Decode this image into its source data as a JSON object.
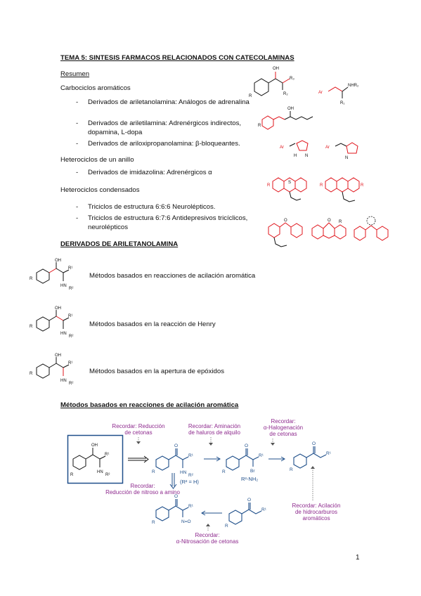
{
  "title": "TEMA 5: SINTESIS FARMACOS RELACIONADOS CON CATECOLAMINAS",
  "summary": {
    "heading": "Resumen",
    "groups": [
      {
        "label": "Carbociclos aromáticos",
        "items": [
          "Derivados de ariletanolamina: Análogos de adrenalina",
          "Derivados de ariletilamina: Adrenérgicos indirectos, dopamina, L-dopa",
          "Derivados de ariloxipropanolamina: β-bloqueantes."
        ]
      },
      {
        "label": "Heterociclos de un anillo",
        "items": [
          "Derivados de imidazolina: Adrenérgicos α"
        ]
      },
      {
        "label": "Heterociclos condensados",
        "items": [
          "Triciclos de estructura 6:6:6 Neurolépticos.",
          "Triciclos de estructura 6:7:6 Antidepresivos tricíclicos, neurolépticos"
        ]
      }
    ]
  },
  "section": {
    "heading": "DERIVADOS DE ARILETANOLAMINA",
    "methods": [
      "Métodos basados en reacciones de acilación aromática",
      "Métodos basados en la reacción de Henry",
      "Métodos basados en la apertura de epóxidos"
    ]
  },
  "scheme": {
    "heading": "Métodos basados en reacciones de acilación aromática",
    "notes": {
      "reduccion": "Recordar: Reducción\nde cetonas",
      "aminacion": "Recordar: Aminación\nde haluros de alquilo",
      "halogenacion": "Recordar:\nα-Halogenación\nde cetonas",
      "nitroso": "Recordar:\nReducción de nitroso a amino",
      "acilacion": "Recordar: Acilación\nde hidrocarburos\naromáticos",
      "nitrosacion": "Recordar:\nα-Nitrosación de cetonas"
    },
    "conditions": {
      "r2h": "(R² = H)",
      "reagent": "R²-NH₂"
    }
  },
  "structure_labels": {
    "oh": "OH",
    "r": "R",
    "r1": "R¹",
    "r2": "R²",
    "hn": "HN",
    "o": "O",
    "br": "Br",
    "no": "N=O",
    "ar": "Ar",
    "nhr2": "NHR₂",
    "r3": "R₃",
    "r2s": "R₂",
    "r1s": "R₁",
    "h": "H",
    "n": "N",
    "s": "S"
  },
  "page_number": "1",
  "colors": {
    "accent_red": "#e0141b",
    "scheme_blue": "#1f4f8a",
    "note_purple": "#8e2a8e"
  }
}
